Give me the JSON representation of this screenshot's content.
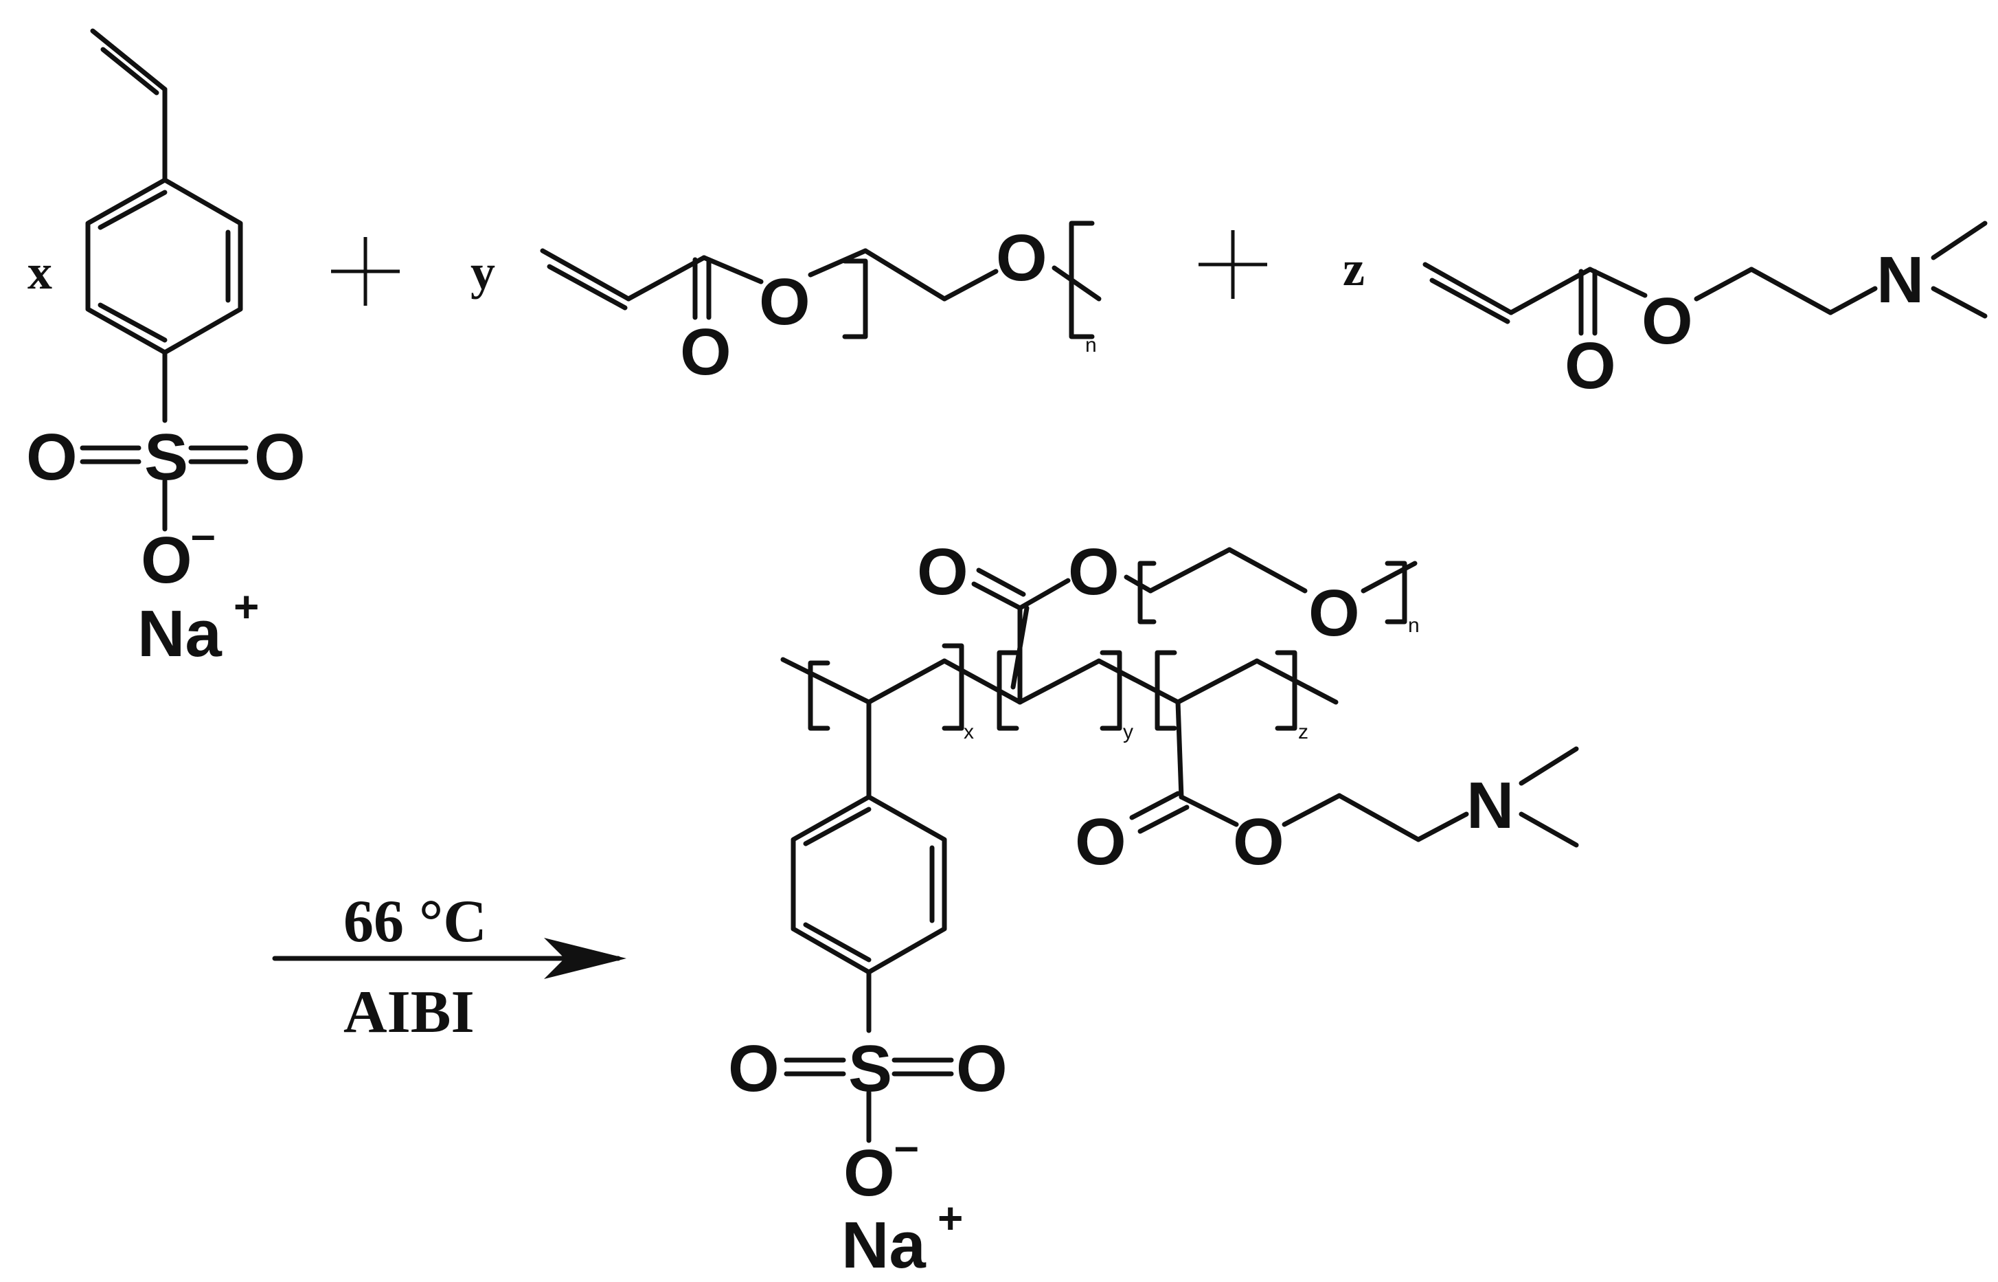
{
  "reactants": {
    "styrenesulfonate": {
      "coefficient": "x",
      "atoms": {
        "sulfur": "S",
        "oxygen_left": "O",
        "oxygen_right": "O",
        "oxygen_anion": "O",
        "anion_charge": "–",
        "counter_ion": "Na",
        "counter_charge": "+"
      }
    },
    "plus_1": "+",
    "peg_acrylate": {
      "coefficient": "y",
      "atoms": {
        "carbonyl_o": "O",
        "ester_o": "O",
        "repeat_o": "O"
      },
      "repeat_subscript": "n"
    },
    "plus_2": "+",
    "dmaea": {
      "coefficient": "z",
      "atoms": {
        "carbonyl_o": "O",
        "ester_o": "O",
        "amine_n": "N"
      }
    }
  },
  "conditions": {
    "temperature": "66 °C",
    "initiator": "AIBI"
  },
  "product": {
    "block_subscripts": {
      "x": "x",
      "y": "y",
      "z": "z"
    },
    "peg_side_chain": {
      "carbonyl_o": "O",
      "ester_o": "O",
      "repeat_o": "O",
      "repeat_subscript": "n"
    },
    "amine_side_chain": {
      "carbonyl_o": "O",
      "ester_o": "O",
      "amine_n": "N"
    },
    "sulfonate": {
      "sulfur": "S",
      "oxygen_left": "O",
      "oxygen_right": "O",
      "oxygen_anion": "O",
      "anion_charge": "–",
      "counter_ion": "Na",
      "counter_charge": "+"
    }
  },
  "colors": {
    "ink": "#111111",
    "background": "#ffffff"
  }
}
